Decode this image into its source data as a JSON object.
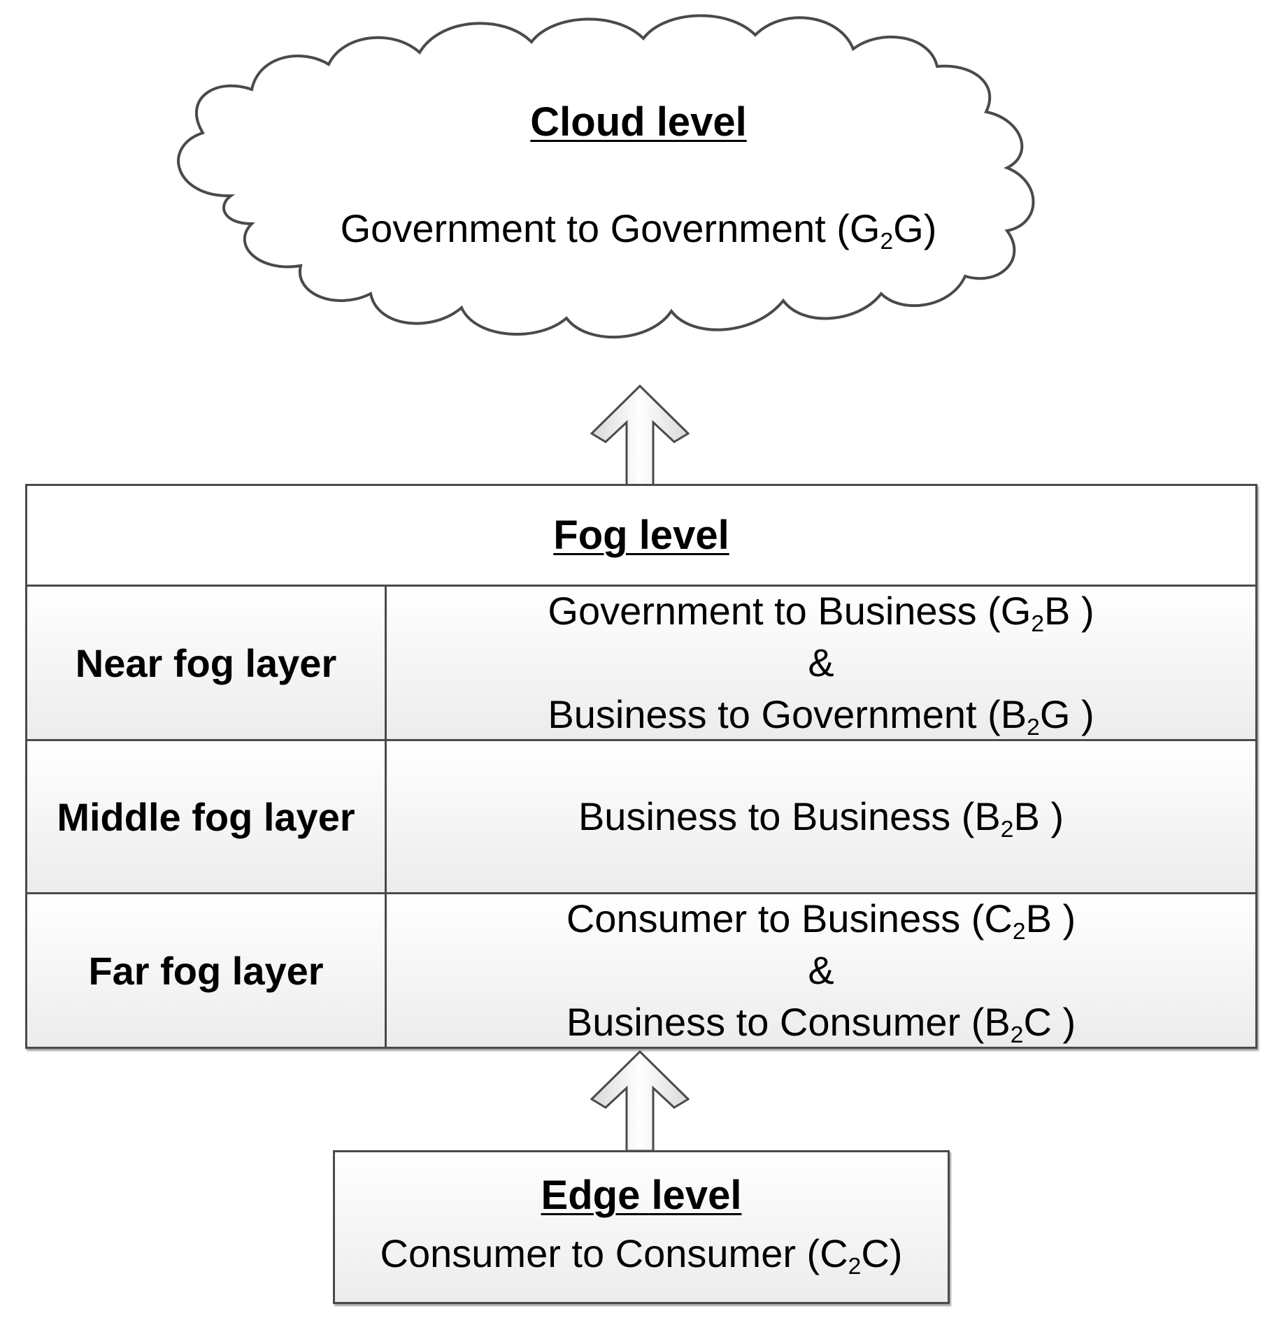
{
  "cloud": {
    "title": "Cloud level",
    "relation": {
      "prefix": "Government to Government (G",
      "sub": "2",
      "suffix": "G)"
    }
  },
  "fog": {
    "title": "Fog level",
    "layers": [
      {
        "name": "Near fog layer",
        "lines": [
          {
            "prefix": "Government to Business (G",
            "sub": "2",
            "suffix": "B )"
          },
          {
            "text": "&"
          },
          {
            "prefix": "Business to Government (B",
            "sub": "2",
            "suffix": "G )"
          }
        ]
      },
      {
        "name": "Middle fog layer",
        "lines": [
          {
            "prefix": "Business to Business (B",
            "sub": "2",
            "suffix": "B )"
          }
        ]
      },
      {
        "name": "Far fog layer",
        "lines": [
          {
            "prefix": "Consumer to Business (C",
            "sub": "2",
            "suffix": "B )"
          },
          {
            "text": "&"
          },
          {
            "prefix": "Business to Consumer (B",
            "sub": "2",
            "suffix": "C )"
          }
        ]
      }
    ]
  },
  "edge": {
    "title": "Edge level",
    "relation": {
      "prefix": "Consumer to Consumer (C",
      "sub": "2",
      "suffix": "C)"
    }
  },
  "colors": {
    "stroke": "#4a4a4a",
    "fill_gradient_bottom": "#ececec"
  }
}
